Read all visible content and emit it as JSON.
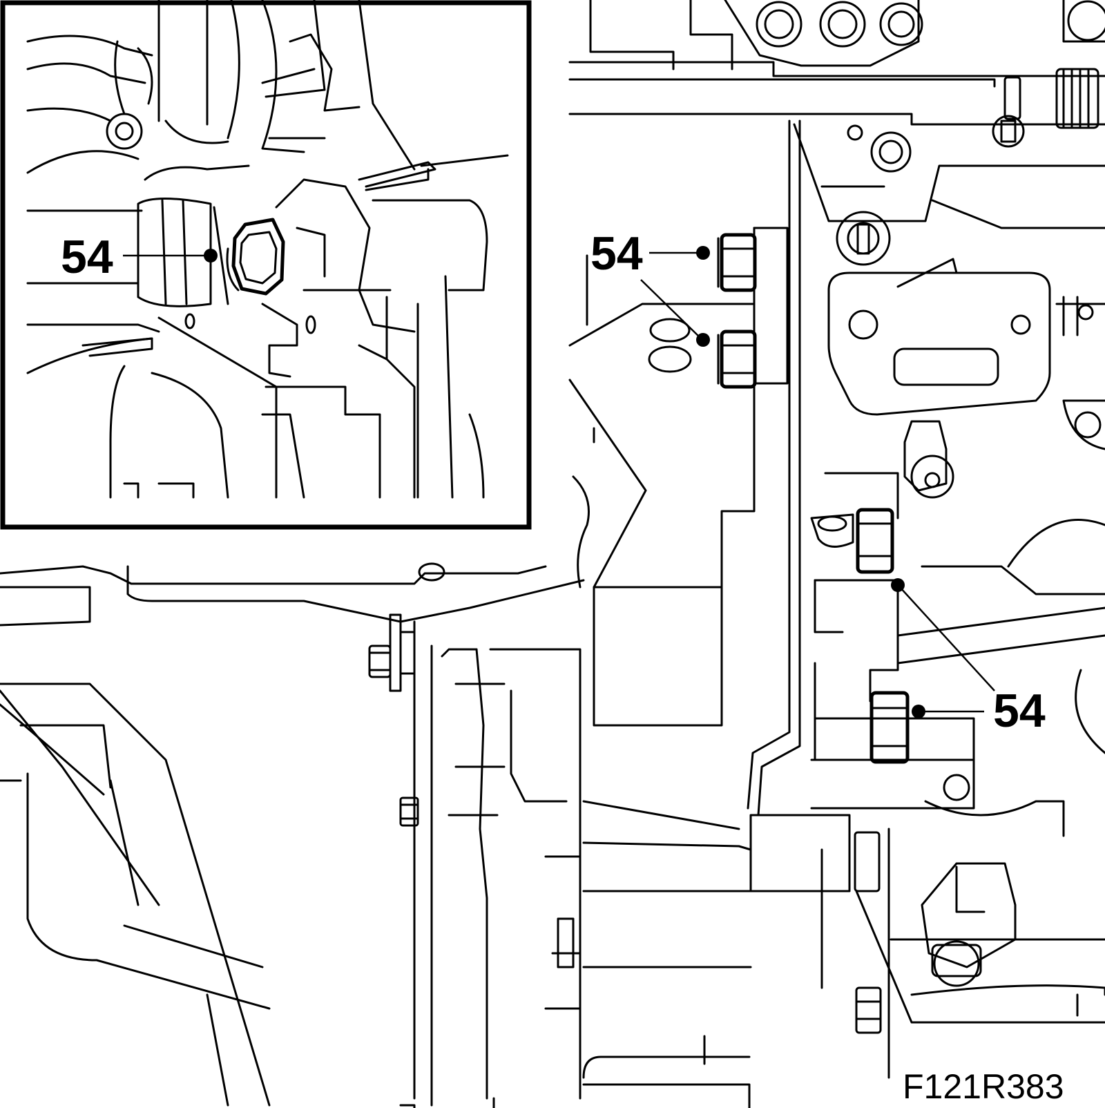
{
  "callouts": {
    "inset_bolt": "54",
    "upper_bolts": "54",
    "lower_bolts": "54"
  },
  "figure_id": "F121R383",
  "colors": {
    "line": "#000000",
    "background": "#ffffff"
  }
}
